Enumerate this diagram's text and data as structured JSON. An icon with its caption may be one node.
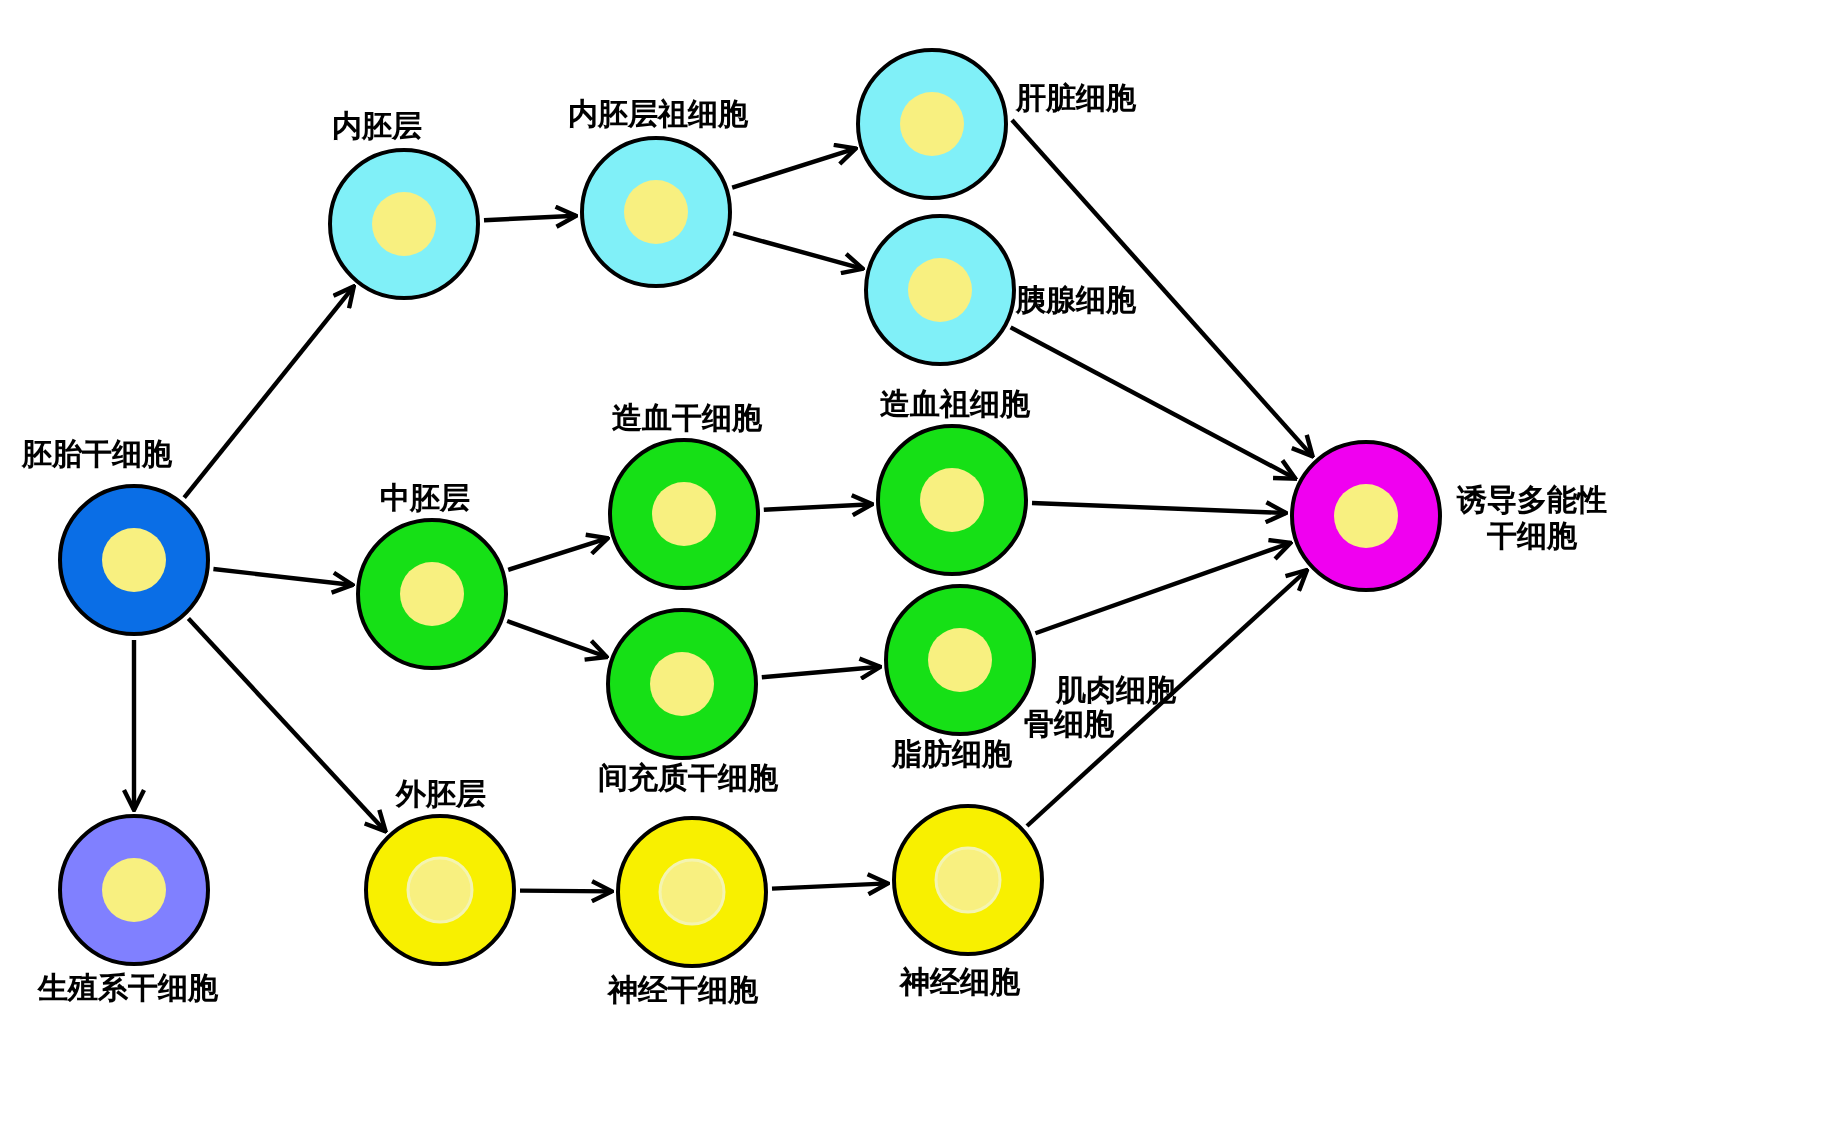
{
  "diagram": {
    "nodes": [
      {
        "text": [
          "胚胎干细胞"
        ]
      },
      {
        "text": [
          "内胚层"
        ]
      },
      {
        "text": [
          "内胚层祖细胞"
        ]
      },
      {
        "text": [
          "肝脏细胞"
        ]
      },
      {
        "text": [
          "胰腺细胞"
        ]
      },
      {
        "text": [
          "中胚层"
        ]
      },
      {
        "text": [
          "造血干细胞"
        ]
      },
      {
        "text": [
          "间充质干细胞"
        ]
      },
      {
        "text": [
          "造血祖细胞"
        ]
      },
      {
        "text": [
          "脂肪细胞"
        ],
        "beside": [
          "肌肉细胞",
          "骨细胞"
        ]
      },
      {
        "text": [
          "生殖系干细胞"
        ]
      },
      {
        "text": [
          "外胚层"
        ]
      },
      {
        "text": [
          "神经干细胞"
        ]
      },
      {
        "text": [
          "神经细胞"
        ]
      },
      {
        "text": [
          "诱导多能性干细胞"
        ]
      }
    ],
    "edges": [
      {
        "from": 0,
        "to": 1,
        "arrow": "to"
      },
      {
        "from": 0,
        "to": 5,
        "arrow": "to"
      },
      {
        "from": 0,
        "to": 11,
        "arrow": "to"
      },
      {
        "from": 0,
        "to": 10,
        "arrow": "to"
      },
      {
        "from": 1,
        "to": 2,
        "arrow": "to"
      },
      {
        "from": 2,
        "to": 3,
        "arrow": "to"
      },
      {
        "from": 2,
        "to": 4,
        "arrow": "to"
      },
      {
        "from": 5,
        "to": 6,
        "arrow": "to"
      },
      {
        "from": 5,
        "to": 7,
        "arrow": "to"
      },
      {
        "from": 6,
        "to": 8,
        "arrow": "to"
      },
      {
        "from": 7,
        "to": 9,
        "arrow": "to"
      },
      {
        "from": 11,
        "to": 12,
        "arrow": "to"
      },
      {
        "from": 12,
        "to": 13,
        "arrow": "to"
      },
      {
        "from": 3,
        "to": 14,
        "arrow": "to"
      },
      {
        "from": 4,
        "to": 14,
        "arrow": "to"
      },
      {
        "from": 8,
        "to": 14,
        "arrow": "to"
      },
      {
        "from": 9,
        "to": 14,
        "arrow": "to"
      },
      {
        "from": 13,
        "to": 14,
        "arrow": "to"
      }
    ]
  }
}
